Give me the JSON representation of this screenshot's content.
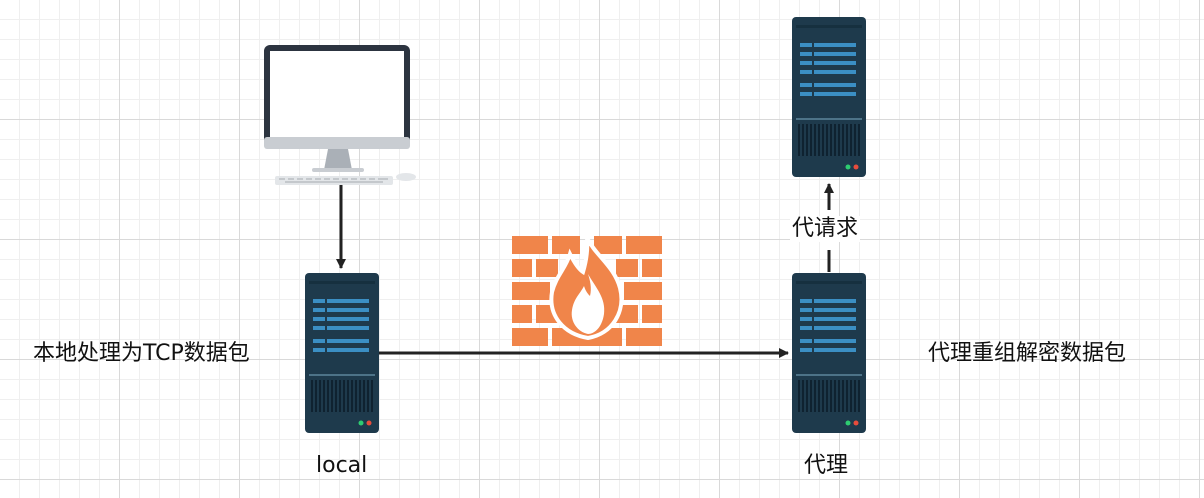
{
  "nodes": {
    "local_server": {
      "label": "local"
    },
    "proxy_server": {
      "label": "代理"
    },
    "remote_server": {
      "label": ""
    }
  },
  "edges": {
    "local_to_proxy": {
      "label": ""
    },
    "proxy_to_remote": {
      "label": "代请求"
    }
  },
  "annotations": {
    "local_processing": "本地处理为TCP数据包",
    "proxy_processing": "代理重组解密数据包"
  },
  "colors": {
    "server_body": "#1e3a4c",
    "server_panel": "#3b8fc4",
    "firewall": "#f0854a",
    "arrow": "#222222"
  }
}
